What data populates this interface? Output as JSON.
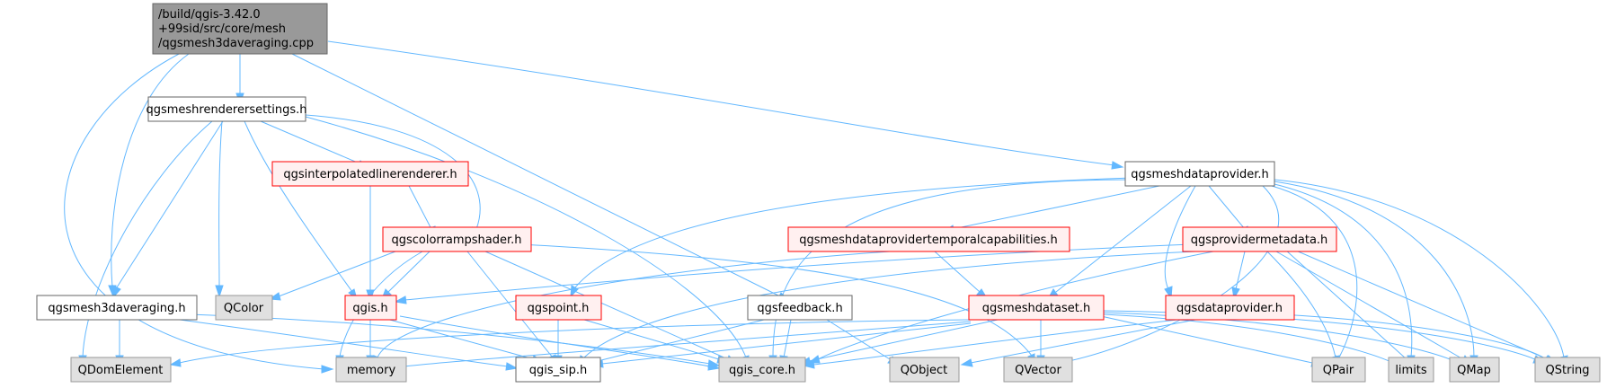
{
  "colors": {
    "edge": "#63b8ff",
    "root_fill": "#999999",
    "red_border": "#ff0000",
    "red_fill": "#fff0f0",
    "system_fill": "#e0e0e0"
  },
  "nodes": {
    "root": [
      "/build/qgis-3.42.0",
      "+99sid/src/core/mesh",
      "/qgsmesh3daveraging.cpp"
    ],
    "renderersettings": "qgsmeshrenderersettings.h",
    "interpolated": "qgsinterpolatedlinerenderer.h",
    "colorramp": "qgscolorrampshader.h",
    "dataprovider_mesh": "qgsmeshdataprovider.h",
    "temporalcaps": "qgsmeshdataprovidertemporalcapabilities.h",
    "providermeta": "qgsprovidermetadata.h",
    "averaging": "qgsmesh3daveraging.h",
    "qcolor": "QColor",
    "qgis": "qgis.h",
    "qgspoint": "qgspoint.h",
    "feedback": "qgsfeedback.h",
    "meshdataset": "qgsmeshdataset.h",
    "dataprovider": "qgsdataprovider.h",
    "qdomelement": "QDomElement",
    "memory": "memory",
    "qgis_sip": "qgis_sip.h",
    "qgis_core": "qgis_core.h",
    "qobject": "QObject",
    "qvector": "QVector",
    "qpair": "QPair",
    "limits": "limits",
    "qmap": "QMap",
    "qstring": "QString"
  }
}
